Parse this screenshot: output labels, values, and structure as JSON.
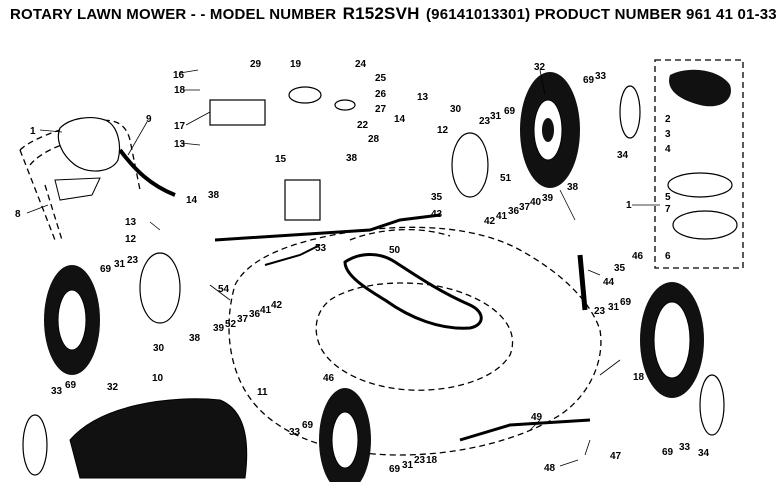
{
  "header": {
    "prefix": "ROTARY LAWN MOWER - - MODEL NUMBER",
    "model": "R152SVH",
    "suffix": "(96141013301) PRODUCT NUMBER 961 41 01-33"
  },
  "callouts": [
    {
      "text": "1"
    },
    {
      "text": "9"
    },
    {
      "text": "8"
    },
    {
      "text": "16"
    },
    {
      "text": "18"
    },
    {
      "text": "17"
    },
    {
      "text": "13"
    },
    {
      "text": "29"
    },
    {
      "text": "19"
    },
    {
      "text": "24"
    },
    {
      "text": "25"
    },
    {
      "text": "26"
    },
    {
      "text": "27"
    },
    {
      "text": "22"
    },
    {
      "text": "28"
    },
    {
      "text": "13"
    },
    {
      "text": "12"
    },
    {
      "text": "14"
    },
    {
      "text": "38"
    },
    {
      "text": "15"
    },
    {
      "text": "30"
    },
    {
      "text": "23"
    },
    {
      "text": "31"
    },
    {
      "text": "69"
    },
    {
      "text": "32"
    },
    {
      "text": "69"
    },
    {
      "text": "33"
    },
    {
      "text": "34"
    },
    {
      "text": "35"
    },
    {
      "text": "43"
    },
    {
      "text": "51"
    },
    {
      "text": "42"
    },
    {
      "text": "41"
    },
    {
      "text": "36"
    },
    {
      "text": "37"
    },
    {
      "text": "40"
    },
    {
      "text": "39"
    },
    {
      "text": "38"
    },
    {
      "text": "13"
    },
    {
      "text": "12"
    },
    {
      "text": "14"
    },
    {
      "text": "38"
    },
    {
      "text": "53"
    },
    {
      "text": "50"
    },
    {
      "text": "35"
    },
    {
      "text": "44"
    },
    {
      "text": "46"
    },
    {
      "text": "69"
    },
    {
      "text": "31"
    },
    {
      "text": "23"
    },
    {
      "text": "54"
    },
    {
      "text": "39"
    },
    {
      "text": "52"
    },
    {
      "text": "37"
    },
    {
      "text": "36"
    },
    {
      "text": "41"
    },
    {
      "text": "42"
    },
    {
      "text": "38"
    },
    {
      "text": "30"
    },
    {
      "text": "32"
    },
    {
      "text": "23"
    },
    {
      "text": "31"
    },
    {
      "text": "69"
    },
    {
      "text": "18"
    },
    {
      "text": "10"
    },
    {
      "text": "11"
    },
    {
      "text": "33"
    },
    {
      "text": "69"
    },
    {
      "text": "33"
    },
    {
      "text": "69"
    },
    {
      "text": "46"
    },
    {
      "text": "69"
    },
    {
      "text": "31"
    },
    {
      "text": "23"
    },
    {
      "text": "18"
    },
    {
      "text": "49"
    },
    {
      "text": "47"
    },
    {
      "text": "48"
    },
    {
      "text": "69"
    },
    {
      "text": "33"
    },
    {
      "text": "34"
    },
    {
      "text": "2"
    },
    {
      "text": "3"
    },
    {
      "text": "4"
    },
    {
      "text": "1"
    },
    {
      "text": "5"
    },
    {
      "text": "7"
    },
    {
      "text": "6"
    }
  ]
}
